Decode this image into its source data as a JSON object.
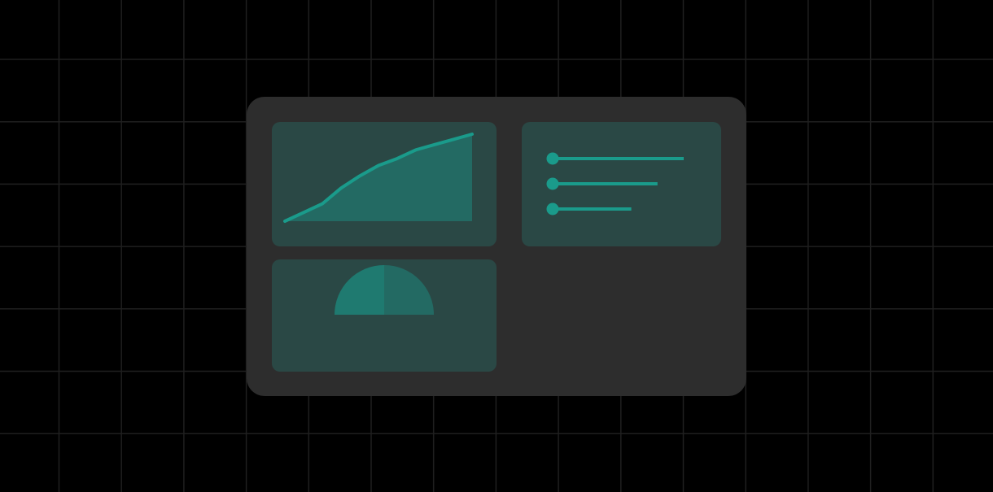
{
  "colors": {
    "background": "#000000",
    "grid_line": "#1f1f1f",
    "dashboard_panel": "#2d2d2d",
    "card": "#2a4845",
    "accent": "#1a9b8b",
    "accent_fill": "#236a63",
    "gauge_left": "#1f7a70",
    "gauge_right": "#236a63"
  },
  "line_chart": {
    "type": "area-line",
    "values": [
      0,
      1,
      2,
      3.8,
      5.2,
      6.4,
      7.2,
      8.2,
      8.8,
      9.4,
      10
    ]
  },
  "list_widget": {
    "items": [
      {
        "icon": "bullet-dot-icon",
        "bar_level": 1.0
      },
      {
        "icon": "bullet-dot-icon",
        "bar_level": 0.8
      },
      {
        "icon": "bullet-dot-icon",
        "bar_level": 0.6
      }
    ]
  },
  "gauge": {
    "type": "half-donut",
    "split": 0.5
  }
}
